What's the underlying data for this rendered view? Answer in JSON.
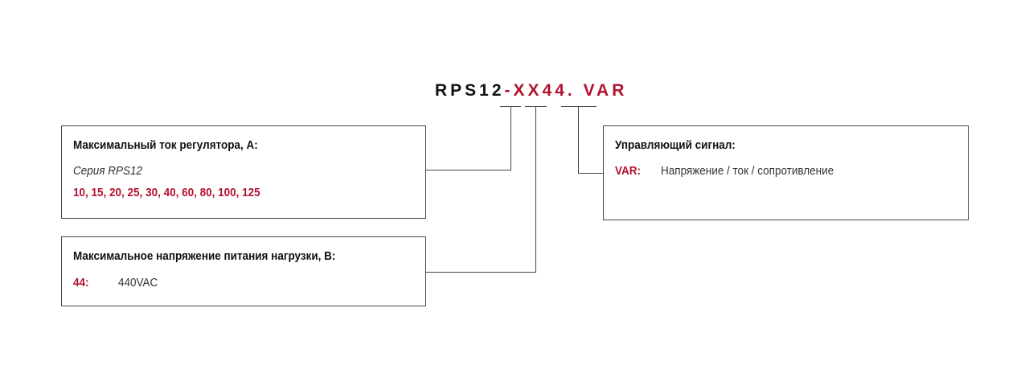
{
  "code": {
    "prefix": "RPS12",
    "part1": "-XX",
    "part2": "44.",
    "part3": " VAR"
  },
  "current": {
    "title": "Максимальный ток регулятора, А:",
    "series": "Серия RPS12",
    "values": "10, 15, 20, 25, 30, 40, 60, 80, 100, 125"
  },
  "voltage": {
    "title": "Максимальное напряжение питания нагрузки, В:",
    "code": "44:",
    "value": "440VAC"
  },
  "signal": {
    "title": "Управляющий сигнал:",
    "code": "VAR:",
    "value": "Напряжение / ток / сопротивление"
  },
  "colors": {
    "accent": "#b3112e"
  }
}
